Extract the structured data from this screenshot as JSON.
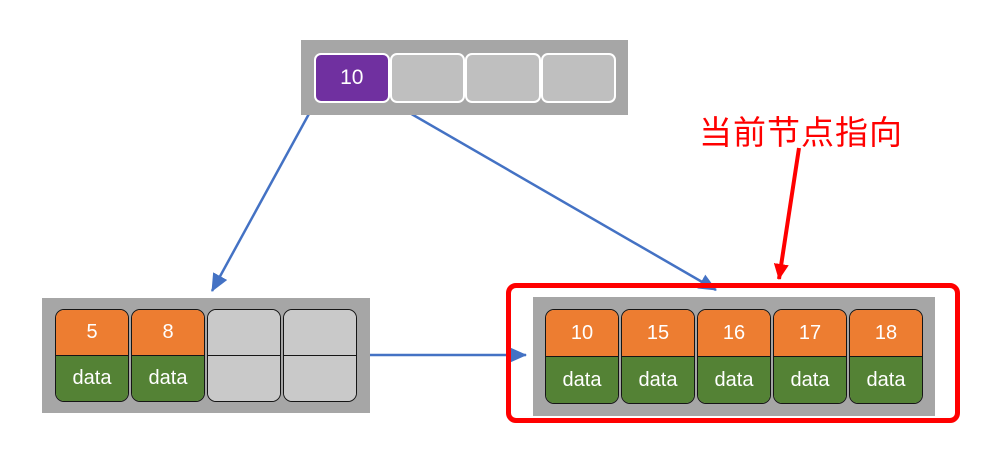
{
  "annotation": {
    "label": "当前节点指向"
  },
  "colors": {
    "container_gray": "#a6a6a6",
    "empty_cell_top": "#bfbfbf",
    "empty_cell_leaf": "#c9c9c9",
    "key_orange": "#ed7d31",
    "data_green": "#548235",
    "pointer_purple": "#7030a0",
    "arrow_blue": "#4472c4",
    "highlight_red": "#ff0000"
  },
  "root_node": {
    "cells": [
      {
        "value": "10",
        "filled": true
      },
      {
        "value": "",
        "filled": false
      },
      {
        "value": "",
        "filled": false
      },
      {
        "value": "",
        "filled": false
      }
    ]
  },
  "left_leaf": {
    "columns": [
      {
        "key": "5",
        "data": "data",
        "filled": true
      },
      {
        "key": "8",
        "data": "data",
        "filled": true
      },
      {
        "key": "",
        "data": "",
        "filled": false
      },
      {
        "key": "",
        "data": "",
        "filled": false
      }
    ]
  },
  "right_leaf": {
    "columns": [
      {
        "key": "10",
        "data": "data",
        "filled": true
      },
      {
        "key": "15",
        "data": "data",
        "filled": true
      },
      {
        "key": "16",
        "data": "data",
        "filled": true
      },
      {
        "key": "17",
        "data": "data",
        "filled": true
      },
      {
        "key": "18",
        "data": "data",
        "filled": true
      }
    ]
  }
}
